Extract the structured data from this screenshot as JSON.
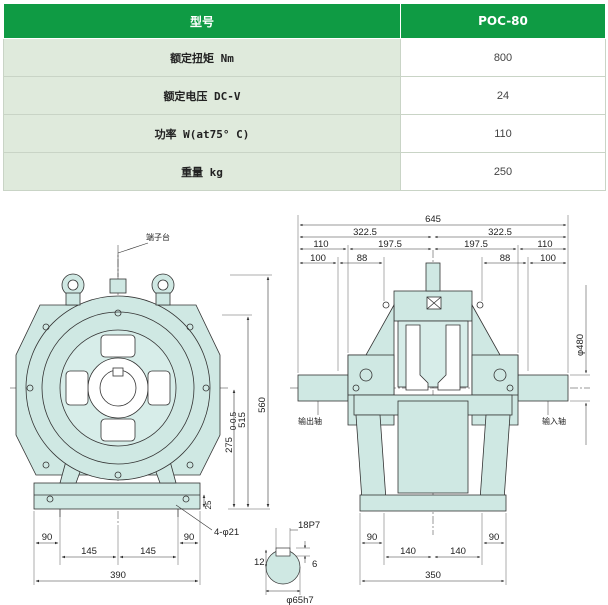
{
  "spec_table": {
    "header": {
      "model_label": "型号",
      "model_value": "POC-80"
    },
    "rows": [
      {
        "label": "额定扭矩 Nm",
        "value": "800"
      },
      {
        "label": "额定电压 DC-V",
        "value": "24"
      },
      {
        "label": "功率 W(at75° C)",
        "value": "110"
      },
      {
        "label": "重量 kg",
        "value": "250"
      }
    ]
  },
  "colors": {
    "header_bg": "#0f9b44",
    "label_bg": "#dfeadc",
    "body_fill": "#cfe8e3",
    "line": "#333333"
  },
  "front_view": {
    "terminal_label": "端子台",
    "dim_560": "560",
    "dim_515": "515",
    "dim_275": "275",
    "dim_275_tol": "0-0.5",
    "dim_25": "25",
    "hole_label": "4-φ21",
    "bottom_dims": {
      "d90_left": "90",
      "d145_left": "145",
      "d145_right": "145",
      "d90_right": "90",
      "total": "390"
    }
  },
  "side_view": {
    "top_dims": {
      "total": "645",
      "half_left": "322.5",
      "half_right": "322.5",
      "d110_left": "110",
      "d197_left": "197.5",
      "d197_right": "197.5",
      "d110_right": "110",
      "d100_left": "100",
      "d88_left": "88",
      "d88_right": "88",
      "d100_right": "100"
    },
    "output_shaft_label": "输出轴",
    "input_shaft_label": "输入轴",
    "shaft_dia": "φ480",
    "bottom_dims": {
      "d90": "90",
      "d140_left": "140",
      "d140_right": "140",
      "d90_right": "90",
      "total": "350"
    }
  },
  "shaft_detail": {
    "key_width": "18P7",
    "dim_12": "12",
    "dim_6": "6",
    "diameter": "φ65h7"
  }
}
